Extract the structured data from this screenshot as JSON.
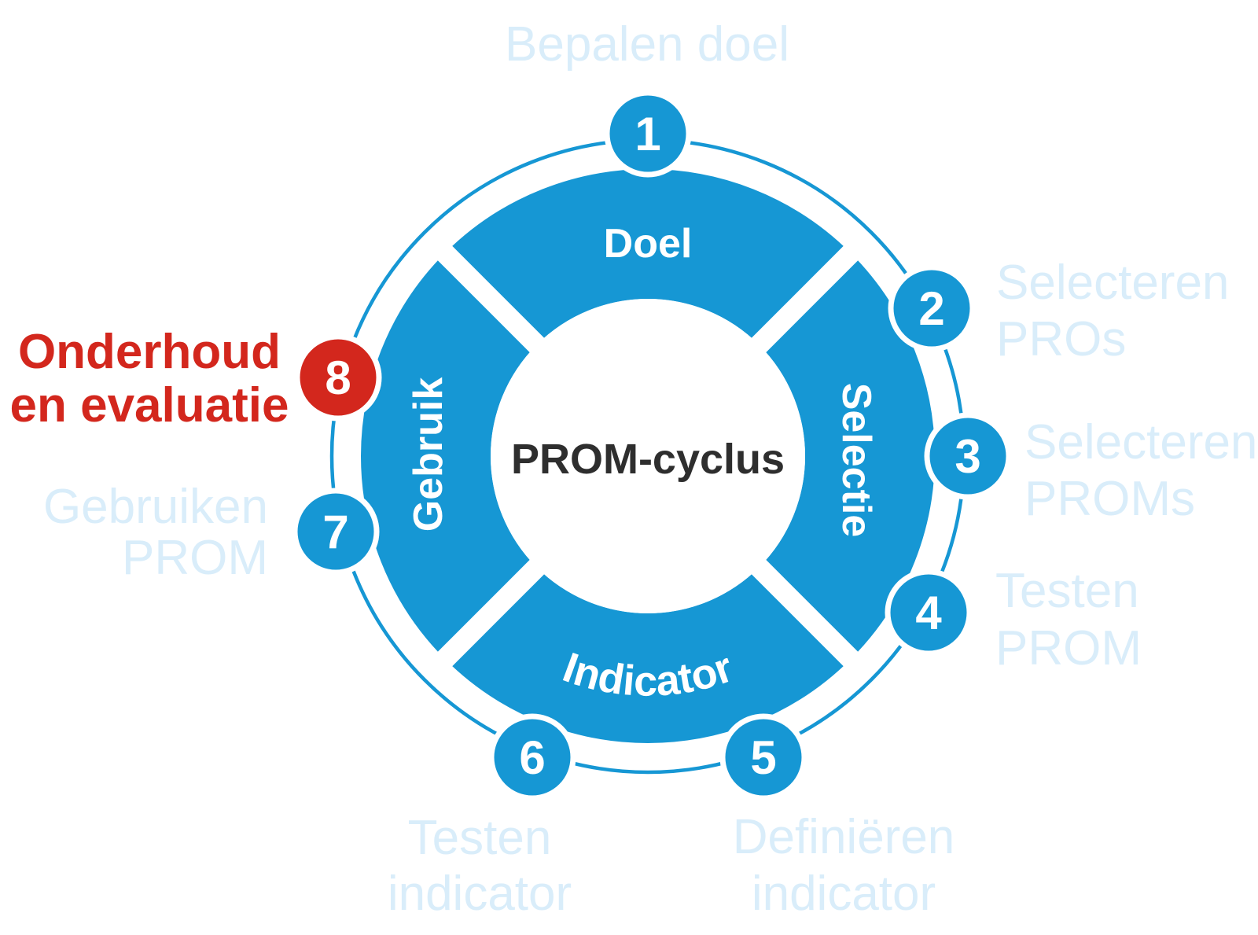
{
  "title": "PROM-cyclus",
  "center_label": "PROM-cyclus",
  "colors": {
    "blue": "#1697d4",
    "ghost_text_blue": "#d9edfa",
    "red": "#d3271d",
    "white": "#ffffff",
    "center_text": "#2e2e2e"
  },
  "quadrants": {
    "top": "Doel",
    "right": "Selectie",
    "bottom": "Indicator",
    "left": "Gebruik"
  },
  "steps": [
    {
      "number": "1",
      "label": "Bepalen doel",
      "lines": [
        "Bepalen doel"
      ],
      "highlight": false
    },
    {
      "number": "2",
      "label": "Selecteren PROs",
      "lines": [
        "Selecteren",
        "PROs"
      ],
      "highlight": false
    },
    {
      "number": "3",
      "label": "Selecteren PROMs",
      "lines": [
        "Selecteren",
        "PROMs"
      ],
      "highlight": false
    },
    {
      "number": "4",
      "label": "Testen PROM",
      "lines": [
        "Testen",
        "PROM"
      ],
      "highlight": false
    },
    {
      "number": "5",
      "label": "Definiëren indicator",
      "lines": [
        "Definiëren",
        "indicator"
      ],
      "highlight": false
    },
    {
      "number": "6",
      "label": "Testen indicator",
      "lines": [
        "Testen",
        "indicator"
      ],
      "highlight": false
    },
    {
      "number": "7",
      "label": "Gebruiken PROM",
      "lines": [
        "Gebruiken",
        "PROM"
      ],
      "highlight": false
    },
    {
      "number": "8",
      "label": "Onderhoud en evaluatie",
      "lines": [
        "Onderhoud",
        "en evaluatie"
      ],
      "highlight": true
    }
  ]
}
